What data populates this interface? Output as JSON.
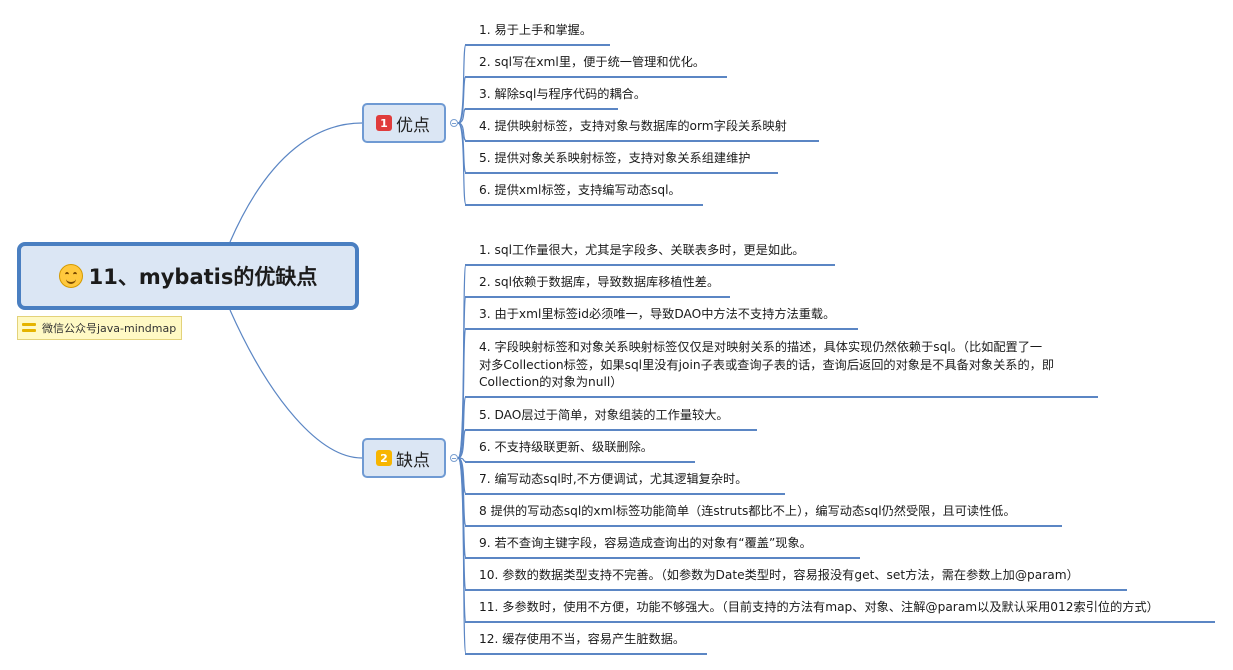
{
  "root": {
    "title": "11、mybatis的优缺点",
    "icon": "smile-emoji-icon",
    "label": "微信公众号java-mindmap"
  },
  "colors": {
    "line": "#5b86c4",
    "topic_fill": "#dbe6f4",
    "badge_pros": "#e03c3c",
    "badge_cons": "#f7b500"
  },
  "branches": [
    {
      "id": "pros",
      "marker": "1",
      "title": "优点",
      "items": [
        "1. 易于上手和掌握。",
        "2. sql写在xml里，便于统一管理和优化。",
        "3. 解除sql与程序代码的耦合。",
        "4. 提供映射标签，支持对象与数据库的orm字段关系映射",
        "5. 提供对象关系映射标签，支持对象关系组建维护",
        "6. 提供xml标签，支持编写动态sql。"
      ]
    },
    {
      "id": "cons",
      "marker": "2",
      "title": "缺点",
      "items": [
        "1. sql工作量很大，尤其是字段多、关联表多时，更是如此。",
        "2. sql依赖于数据库，导致数据库移植性差。",
        "3. 由于xml里标签id必须唯一，导致DAO中方法不支持方法重载。",
        "4. 字段映射标签和对象关系映射标签仅仅是对映射关系的描述，具体实现仍然依赖于sql。（比如配置了一\n对多Collection标签，如果sql里没有join子表或查询子表的话，查询后返回的对象是不具备对象关系的，即\nCollection的对象为null）",
        "5. DAO层过于简单，对象组装的工作量较大。",
        "6.  不支持级联更新、级联删除。",
        "7. 编写动态sql时,不方便调试，尤其逻辑复杂时。",
        "8 提供的写动态sql的xml标签功能简单（连struts都比不上），编写动态sql仍然受限，且可读性低。",
        "9. 若不查询主键字段，容易造成查询出的对象有“覆盖”现象。",
        "10. 参数的数据类型支持不完善。（如参数为Date类型时，容易报没有get、set方法，需在参数上加@param）",
        "11. 多参数时，使用不方便，功能不够强大。（目前支持的方法有map、对象、注解@param以及默认采用012索引位的方式）",
        "12. 缓存使用不当，容易产生脏数据。"
      ]
    }
  ]
}
